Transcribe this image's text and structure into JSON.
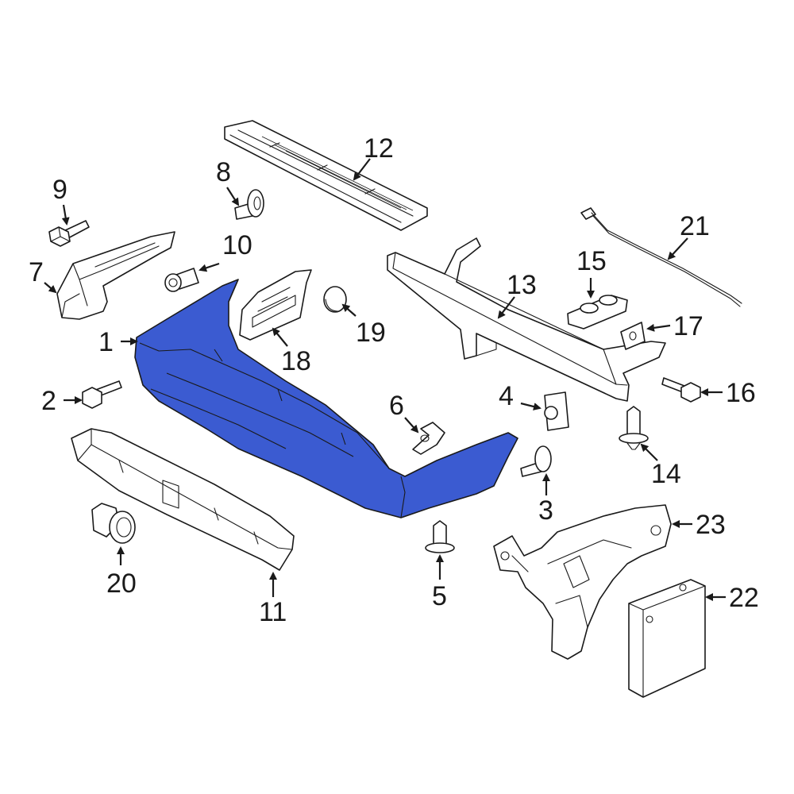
{
  "diagram": {
    "highlight_color": "#3b5bd1",
    "line_color": "#1a1a1a",
    "background": "#ffffff",
    "callouts": [
      "1",
      "2",
      "3",
      "4",
      "5",
      "6",
      "7",
      "8",
      "9",
      "10",
      "11",
      "12",
      "13",
      "14",
      "15",
      "16",
      "17",
      "18",
      "19",
      "20",
      "21",
      "22",
      "23"
    ]
  }
}
